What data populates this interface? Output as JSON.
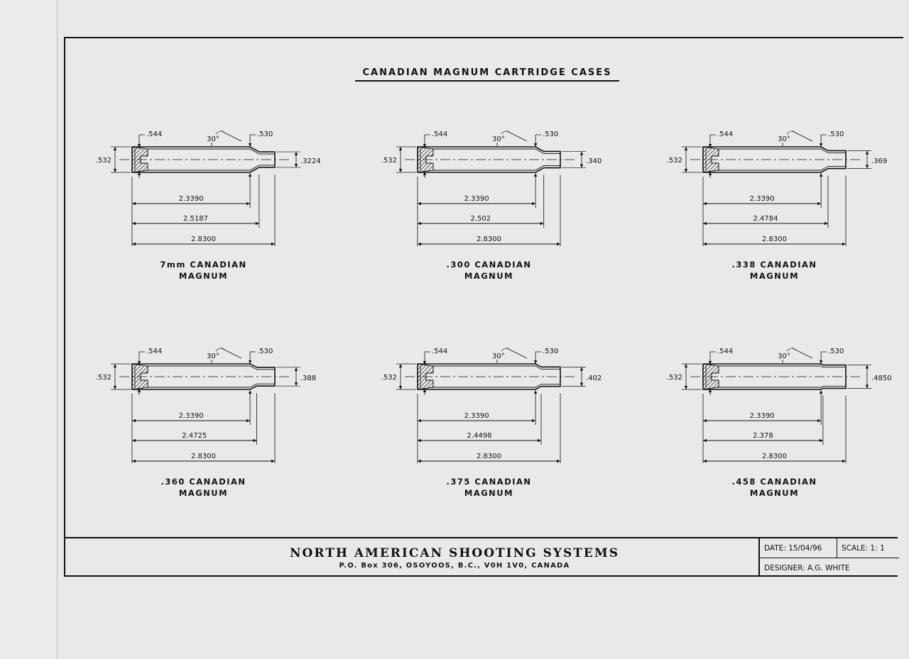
{
  "title": "CANADIAN MAGNUM CARTRIDGE CASES",
  "cartridges": [
    {
      "name_line1": "7mm CANADIAN",
      "name_line2": "MAGNUM",
      "rim": ".532",
      "base": ".544",
      "shoulder": ".530",
      "neck": ".3224",
      "angle": "30°",
      "len_shoulder": "2.3390",
      "len_neck": "2.5187",
      "len_total": "2.8300"
    },
    {
      "name_line1": ".300 CANADIAN",
      "name_line2": "MAGNUM",
      "rim": ".532",
      "base": ".544",
      "shoulder": ".530",
      "neck": ".340",
      "angle": "30°",
      "len_shoulder": "2.3390",
      "len_neck": "2.502",
      "len_total": "2.8300"
    },
    {
      "name_line1": ".338 CANADIAN",
      "name_line2": "MAGNUM",
      "rim": ".532",
      "base": ".544",
      "shoulder": ".530",
      "neck": ".369",
      "angle": "30°",
      "len_shoulder": "2.3390",
      "len_neck": "2.4784",
      "len_total": "2.8300"
    },
    {
      "name_line1": ".360 CANADIAN",
      "name_line2": "MAGNUM",
      "rim": ".532",
      "base": ".544",
      "shoulder": ".530",
      "neck": ".388",
      "angle": "30°",
      "len_shoulder": "2.3390",
      "len_neck": "2.4725",
      "len_total": "2.8300"
    },
    {
      "name_line1": ".375 CANADIAN",
      "name_line2": "MAGNUM",
      "rim": ".532",
      "base": ".544",
      "shoulder": ".530",
      "neck": ".402",
      "angle": "30°",
      "len_shoulder": "2.3390",
      "len_neck": "2.4498",
      "len_total": "2.8300"
    },
    {
      "name_line1": ".458 CANADIAN",
      "name_line2": "MAGNUM",
      "rim": ".532",
      "base": ".544",
      "shoulder": ".530",
      "neck": ".4850",
      "angle": "30°",
      "len_shoulder": "2.3390",
      "len_neck": "2.378",
      "len_total": "2.8300"
    }
  ],
  "titleblock": {
    "company": "NORTH AMERICAN SHOOTING SYSTEMS",
    "address": "P.O. Box 306, OSOYOOS, B.C., V0H 1V0, CANADA",
    "date": "DATE: 15/04/96",
    "scale": "SCALE: 1: 1",
    "designer": "DESIGNER: A.G. WHITE"
  }
}
